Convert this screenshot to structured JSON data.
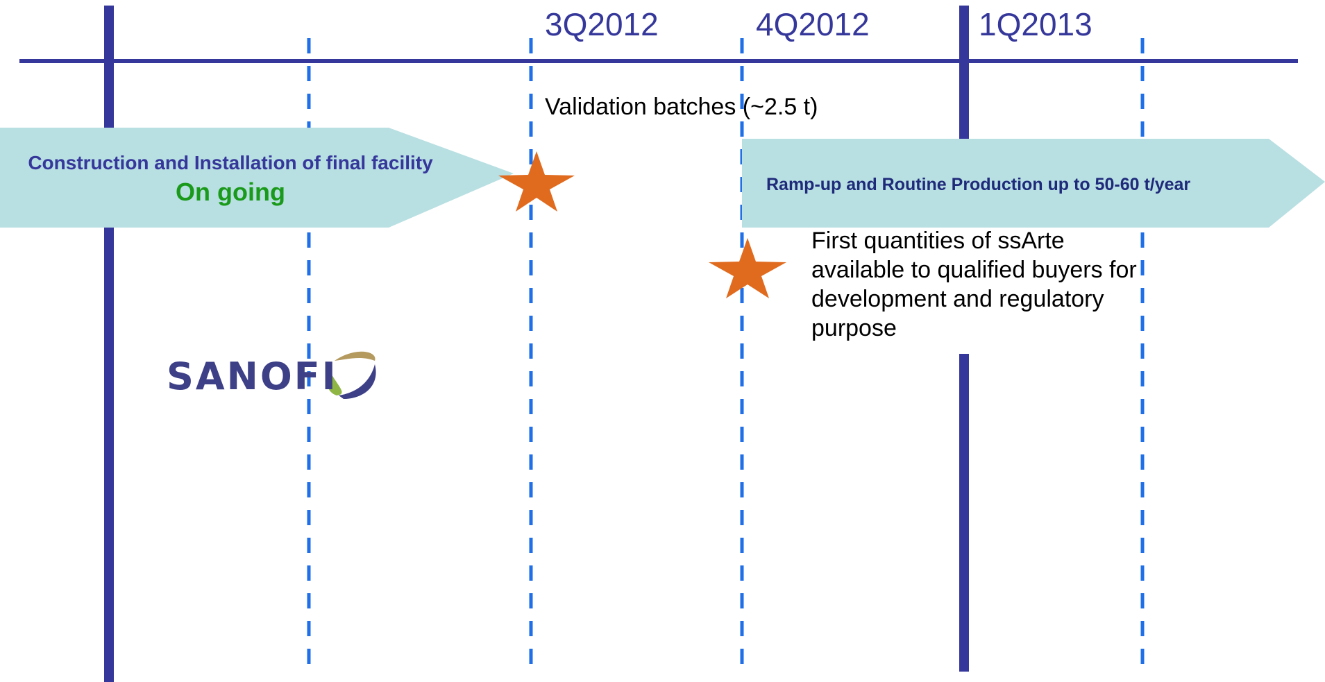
{
  "timeline": {
    "quarters": [
      "3Q2012",
      "4Q2012",
      "1Q2013"
    ]
  },
  "construction": {
    "title": "Construction and Installation of final facility",
    "status": "On going"
  },
  "validation": {
    "text": "Validation batches (~2.5 t)"
  },
  "ramp_up": {
    "text": "Ramp-up and Routine Production up to 50-60 t/year"
  },
  "first_quantities": {
    "lines": [
      "First quantities of ssArte",
      "available to qualified buyers for",
      "development and regulatory",
      "purpose"
    ]
  },
  "logo": {
    "text": "SANOFI"
  },
  "colors": {
    "axis": "#35379a",
    "dashed": "#1f6fe8",
    "arrow_fill": "#b8dfe2",
    "milestone": "#e06b1f",
    "status_green": "#1a9a1a",
    "banner_text": "#35379a",
    "ramp_text": "#1e2a7a"
  },
  "icons": {
    "milestone": "star-icon",
    "logo_mark": "sanofi-bird-icon"
  }
}
